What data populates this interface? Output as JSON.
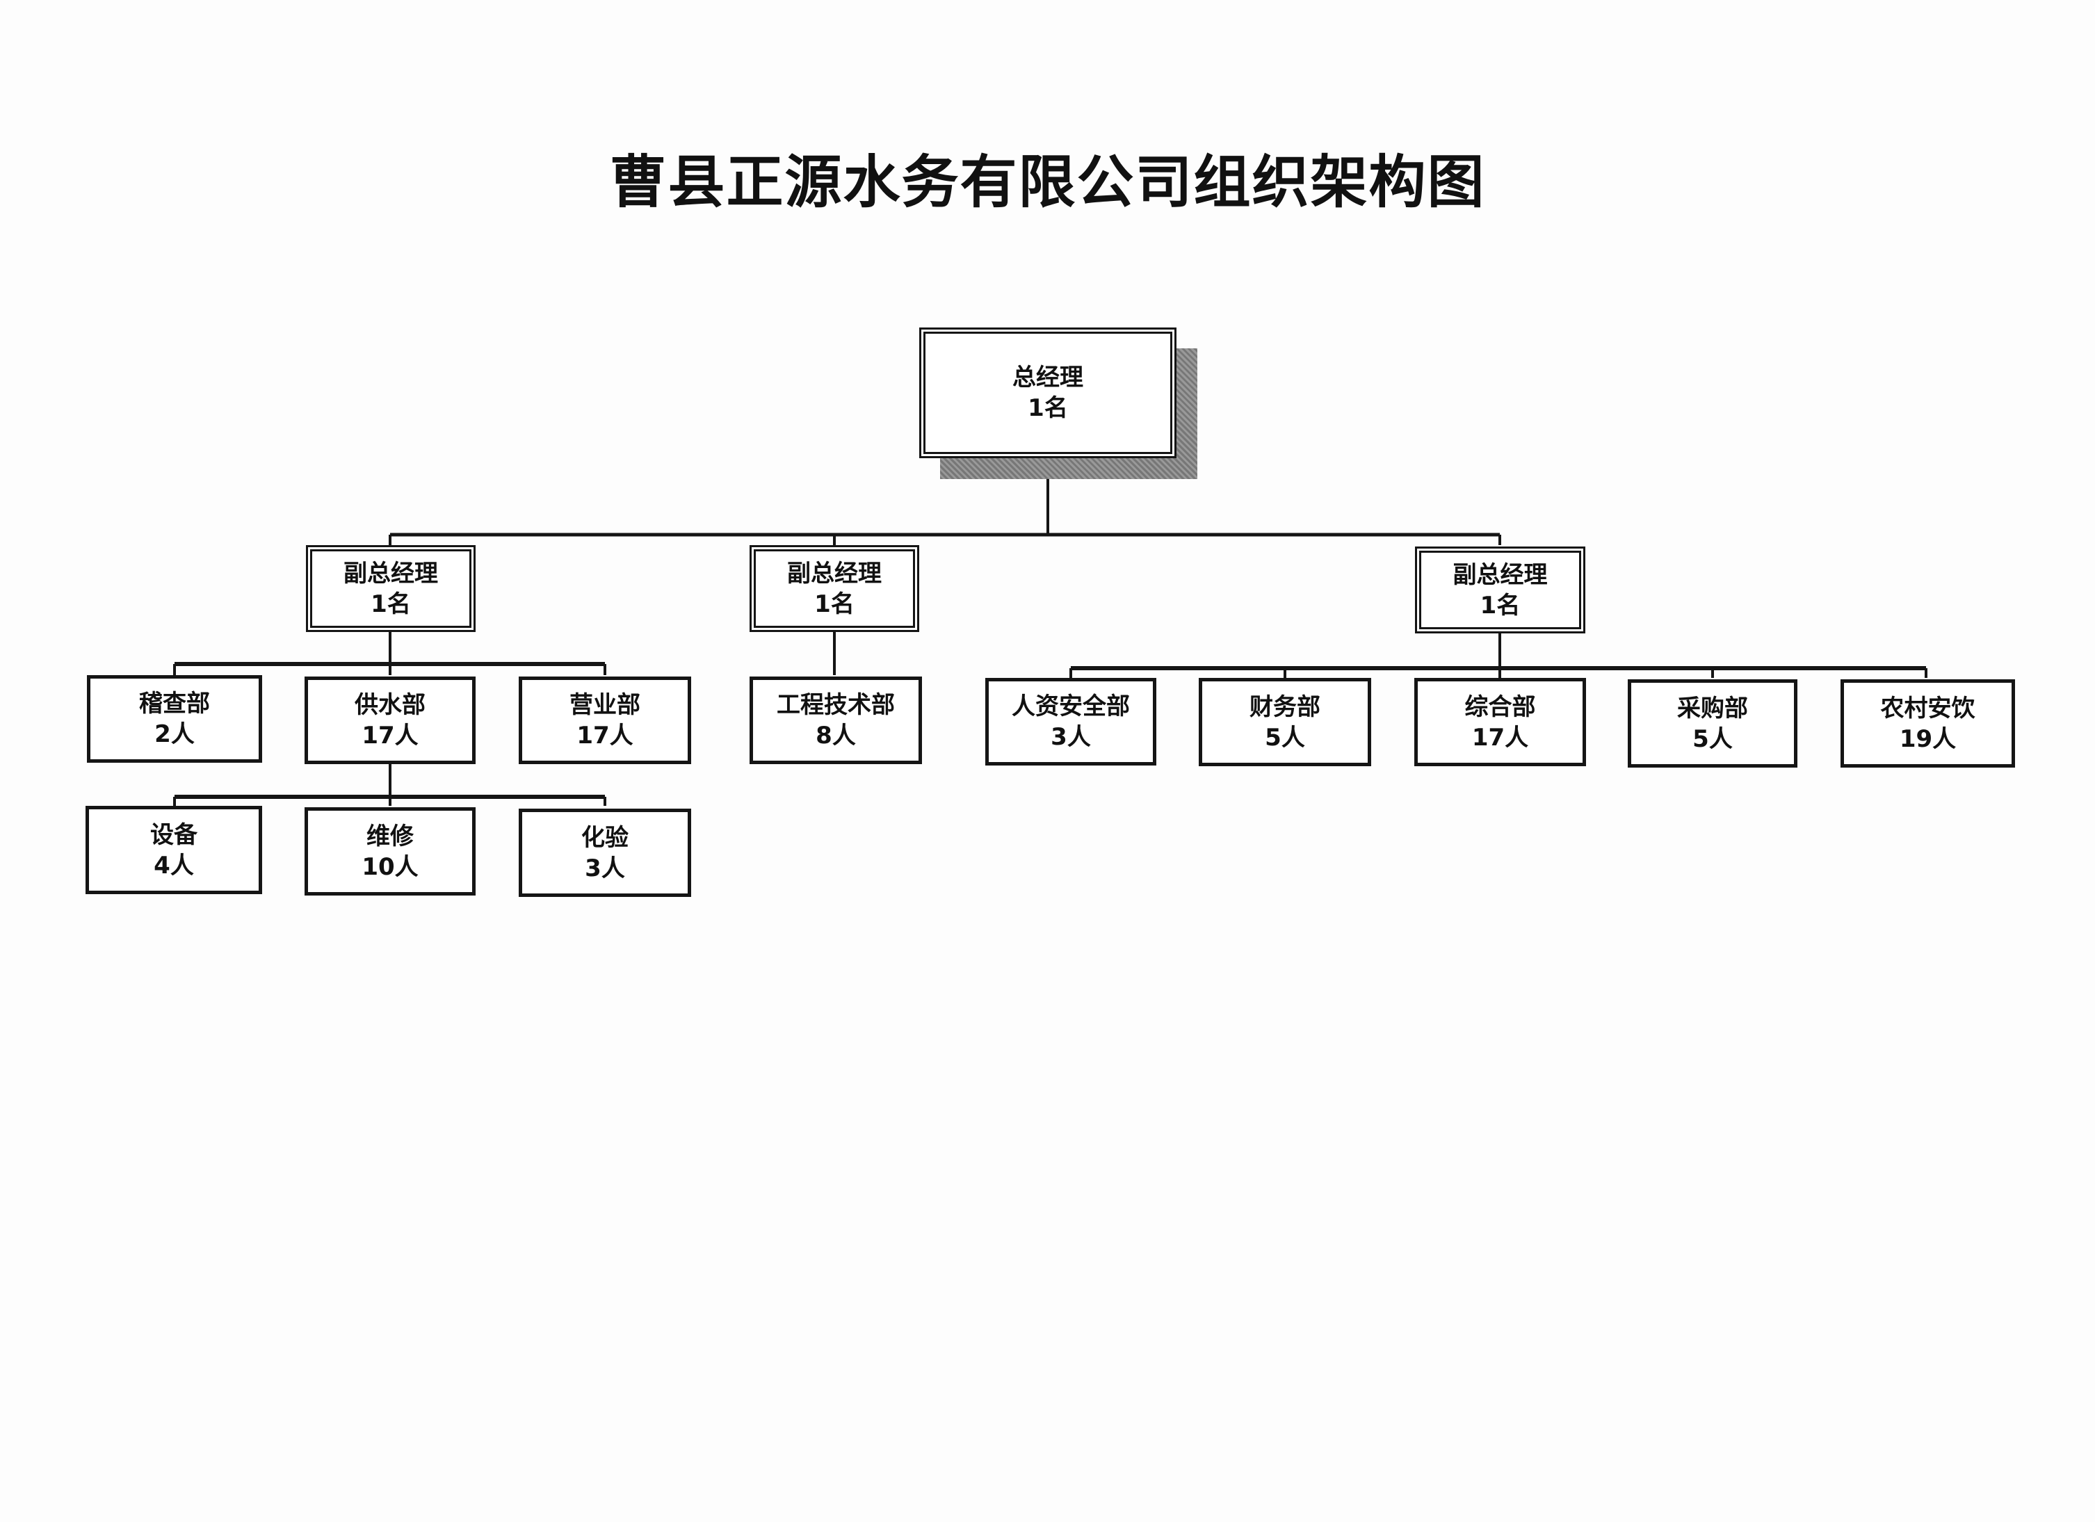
{
  "title": "曹县正源水务有限公司组织架构图",
  "general_manager": {
    "role": "总经理",
    "count": "1名"
  },
  "deputies": [
    {
      "role": "副总经理",
      "count": "1名"
    },
    {
      "role": "副总经理",
      "count": "1名"
    },
    {
      "role": "副总经理",
      "count": "1名"
    }
  ],
  "departments": {
    "deputy1": [
      {
        "name": "稽查部",
        "count": "2人"
      },
      {
        "name": "供水部",
        "count": "17人"
      },
      {
        "name": "营业部",
        "count": "17人"
      }
    ],
    "water_supply_subunits": [
      {
        "name": "设备",
        "count": "4人"
      },
      {
        "name": "维修",
        "count": "10人"
      },
      {
        "name": "化验",
        "count": "3人"
      }
    ],
    "deputy2": [
      {
        "name": "工程技术部",
        "count": "8人"
      }
    ],
    "deputy3": [
      {
        "name": "人资安全部",
        "count": "3人"
      },
      {
        "name": "财务部",
        "count": "5人"
      },
      {
        "name": "综合部",
        "count": "17人"
      },
      {
        "name": "采购部",
        "count": "5人"
      },
      {
        "name": "农村安饮",
        "count": "19人"
      }
    ]
  }
}
